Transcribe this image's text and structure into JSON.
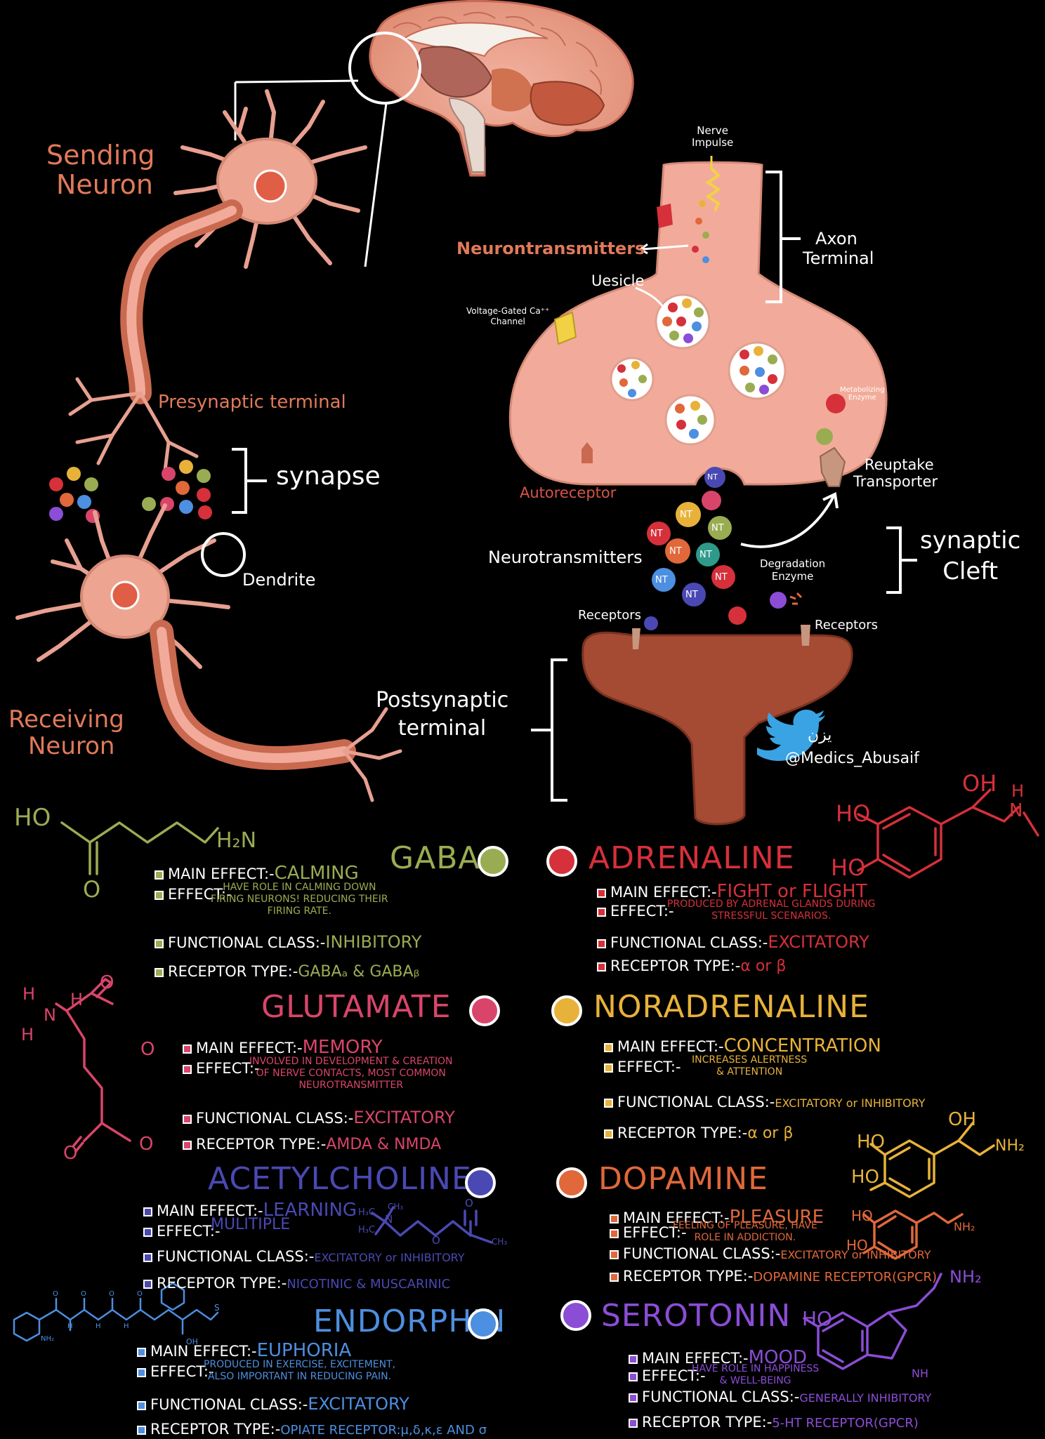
{
  "colors": {
    "salmon": "#e07a5a",
    "neuron_pink": "#f0a493",
    "axon_dark": "#c9694f",
    "terminal_pink": "#f2ab9a",
    "post_brown": "#a54a33",
    "gaba": "#9aac52",
    "adrenaline": "#d6303a",
    "glutamate": "#d9456a",
    "noradrenaline": "#e8b23a",
    "acetylcholine": "#4a49b3",
    "dopamine": "#e0683a",
    "endorphin": "#4d8fe0",
    "serotonin": "#8b4dd6",
    "twitter": "#3aa3e3"
  },
  "diagram": {
    "sending_neuron": [
      "Sending",
      "Neuron"
    ],
    "receiving_neuron": [
      "Receiving",
      "Neuron"
    ],
    "presynaptic_terminal": "Presynaptic terminal",
    "synapse": "synapse",
    "dendrite": "Dendrite",
    "nerve_impulse": [
      "Nerve",
      "Impulse"
    ],
    "axon_terminal": [
      "Axon",
      "Terminal"
    ],
    "neurotransmitters_top": "Neurontransmitters",
    "vesicle": "Uesicle",
    "ca_channel": [
      "Voltage-Gated Ca⁺⁺",
      "Channel"
    ],
    "metabolizing_enzyme": [
      "Metabolizing",
      "Enzyme"
    ],
    "reuptake_transporter": [
      "Reuptake",
      "Transporter"
    ],
    "autoreceptor": "Autoreceptor",
    "neurotransmitters": "Neurotransmitters",
    "degradation_enzyme": [
      "Degradation",
      "Enzyme"
    ],
    "synaptic_cleft": [
      "synaptic",
      "Cleft"
    ],
    "receptors_left": "Receptors",
    "receptors_right": "Receptors",
    "postsynaptic_terminal": [
      "Postsynaptic",
      "terminal"
    ],
    "nt_badge": "NT",
    "signature_arabic": "يزن",
    "twitter_handle": "@Medics_Abusaif"
  },
  "formula": {
    "gaba_ho": "HO",
    "gaba_o": "O",
    "gaba_h2n": "H₂N",
    "adr_ho1": "HO",
    "adr_ho2": "HO",
    "adr_oh": "OH",
    "adr_h": "H",
    "adr_n": "N",
    "glu_h1": "H",
    "glu_h2": "H",
    "glu_h3": "H",
    "glu_n": "N",
    "glu_o1": "O",
    "glu_o2": "O",
    "glu_o3": "O",
    "glu_o4": "O",
    "nor_oh": "OH",
    "nor_ho1": "HO",
    "nor_ho2": "HO",
    "nor_nh2": "NH₂",
    "ach_h3c1": "H₃C",
    "ach_h3c2": "H₃C",
    "ach_n": "N",
    "ach_ch3": "CH₃",
    "ach_o1": "O",
    "ach_o2": "O",
    "ach_ch3b": "CH₃",
    "dop_ho1": "HO",
    "dop_ho2": "HO",
    "dop_nh2": "NH₂",
    "ser_ho": "HO",
    "ser_nh2": "NH₂",
    "ser_nh": "NH",
    "end_nh2": "NH₂",
    "end_oh": "OH",
    "end_s": "S",
    "end_h1": "H",
    "end_h2": "H",
    "end_h3": "H",
    "end_o1": "O",
    "end_o2": "O",
    "end_o3": "O",
    "end_o4": "O"
  },
  "neurotransmitters": [
    {
      "id": "gaba",
      "name": "GABA",
      "color": "#9aac52",
      "main_label": "MAIN EFFECT:-",
      "main_value": "CALMING",
      "effect_label": "EFFECT:-",
      "effect_lines": [
        "HAVE ROLE IN CALMING DOWN",
        "FIRING NEURONS! REDUCING THEIR",
        "FIRING RATE."
      ],
      "class_label": "FUNCTIONAL CLASS:-",
      "class_value": "INHIBITORY",
      "class_suffix": "",
      "receptor_label": "RECEPTOR TYPE:-",
      "receptor_value": "GABAₐ & GABAᵦ"
    },
    {
      "id": "adrenaline",
      "name": "ADRENALINE",
      "color": "#d6303a",
      "main_label": "MAIN EFFECT:-",
      "main_value": "FIGHT or FLIGHT",
      "effect_label": "EFFECT:-",
      "effect_lines": [
        "PRODUCED BY ADRENAL GLANDS DURING",
        "STRESSFUL SCENARIOS."
      ],
      "class_label": "FUNCTIONAL CLASS:-",
      "class_value": "EXCITATORY",
      "class_suffix": "",
      "receptor_label": "RECEPTOR TYPE:-",
      "receptor_value": "α or β"
    },
    {
      "id": "glutamate",
      "name": "GLUTAMATE",
      "color": "#d9456a",
      "main_label": "MAIN EFFECT:-",
      "main_value": "MEMORY",
      "effect_label": "EFFECT:-",
      "effect_lines": [
        "INVOLVED IN DEVELOPMENT & CREATION",
        "OF NERVE CONTACTS, MOST COMMON",
        "NEUROTRANSMITTER"
      ],
      "class_label": "FUNCTIONAL CLASS:-",
      "class_value": "EXCITATORY",
      "class_suffix": "",
      "receptor_label": "RECEPTOR TYPE:-",
      "receptor_value": "AMDA & NMDA"
    },
    {
      "id": "noradrenaline",
      "name": "NORADRENALINE",
      "color": "#e8b23a",
      "main_label": "MAIN EFFECT:-",
      "main_value": "CONCENTRATION",
      "effect_label": "EFFECT:-",
      "effect_lines": [
        "INCREASES ALERTNESS",
        "& ATTENTION"
      ],
      "class_label": "FUNCTIONAL CLASS:-",
      "class_value": "EXCITATORY or INHIBITORY",
      "class_suffix": "",
      "receptor_label": "RECEPTOR TYPE:-",
      "receptor_value": "α or β"
    },
    {
      "id": "acetylcholine",
      "name": "ACETYLCHOLINE",
      "color": "#4a49b3",
      "main_label": "MAIN EFFECT:-",
      "main_value": "LEARNING",
      "effect_label": "EFFECT:-",
      "effect_lines": [
        "MULITIPLE"
      ],
      "class_label": "FUNCTIONAL CLASS:-",
      "class_value": "EXCITATORY or INHIBITORY",
      "class_suffix": "",
      "receptor_label": "RECEPTOR TYPE:-",
      "receptor_value": "NICOTINIC & MUSCARINIC"
    },
    {
      "id": "dopamine",
      "name": "DOPAMINE",
      "color": "#e0683a",
      "main_label": "MAIN EFFECT:-",
      "main_value": "PLEASURE",
      "effect_label": "EFFECT:-",
      "effect_lines": [
        "FEELING OF PLEASURE, HAVE",
        "ROLE IN ADDICTION."
      ],
      "class_label": "FUNCTIONAL CLASS:-",
      "class_value": "EXCITATORY or INHIBITORY",
      "class_suffix": "",
      "receptor_label": "RECEPTOR TYPE:-",
      "receptor_value": "DOPAMINE RECEPTOR(GPCR)"
    },
    {
      "id": "endorphin",
      "name": "ENDORPHIN",
      "color": "#4d8fe0",
      "main_label": "MAIN EFFECT:-",
      "main_value": "EUPHORIA",
      "effect_label": "EFFECT:-",
      "effect_lines": [
        "PRODUCED IN EXERCISE, EXCITEMENT,",
        "ALSO IMPORTANT IN REDUCING PAIN."
      ],
      "class_label": "FUNCTIONAL CLASS:-",
      "class_value": "EXCITATORY",
      "class_suffix": "",
      "receptor_label": "RECEPTOR TYPE:-",
      "receptor_value": "OPIATE RECEPTOR:μ,δ,κ,ε AND σ"
    },
    {
      "id": "serotonin",
      "name": "SEROTONIN",
      "color": "#8b4dd6",
      "main_label": "MAIN EFFECT:-",
      "main_value": "MOOD",
      "effect_label": "EFFECT:-",
      "effect_lines": [
        "HAVE ROLE IN HAPPINESS",
        "& WELL-BEING"
      ],
      "class_label": "FUNCTIONAL CLASS:-",
      "class_value": "GENERALLY INHIBITORY",
      "class_suffix": "",
      "receptor_label": "RECEPTOR TYPE:-",
      "receptor_value": "5-HT RECEPTOR(GPCR)"
    }
  ]
}
